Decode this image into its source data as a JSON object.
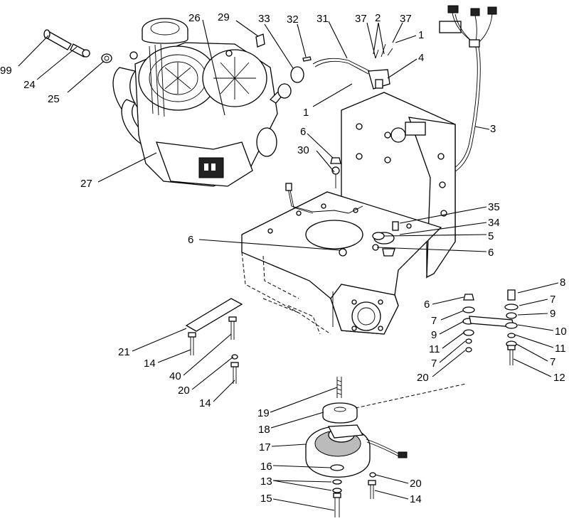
{
  "callouts": [
    {
      "id": "c99",
      "label": "99"
    },
    {
      "id": "c24",
      "label": "24"
    },
    {
      "id": "c25",
      "label": "25"
    },
    {
      "id": "c26",
      "label": "26"
    },
    {
      "id": "c29",
      "label": "29"
    },
    {
      "id": "c33",
      "label": "33"
    },
    {
      "id": "c32",
      "label": "32"
    },
    {
      "id": "c31",
      "label": "31"
    },
    {
      "id": "c37a",
      "label": "37"
    },
    {
      "id": "c2",
      "label": "2"
    },
    {
      "id": "c37b",
      "label": "37"
    },
    {
      "id": "c1a",
      "label": "1"
    },
    {
      "id": "c4",
      "label": "4"
    },
    {
      "id": "c1b",
      "label": "1"
    },
    {
      "id": "c3",
      "label": "3"
    },
    {
      "id": "c6a",
      "label": "6"
    },
    {
      "id": "c30",
      "label": "30"
    },
    {
      "id": "c27",
      "label": "27"
    },
    {
      "id": "c35",
      "label": "35"
    },
    {
      "id": "c34",
      "label": "34"
    },
    {
      "id": "c5",
      "label": "5"
    },
    {
      "id": "c6b",
      "label": "6"
    },
    {
      "id": "c6c",
      "label": "6"
    },
    {
      "id": "c8",
      "label": "8"
    },
    {
      "id": "c7a",
      "label": "7"
    },
    {
      "id": "c6d",
      "label": "6"
    },
    {
      "id": "c7b",
      "label": "7"
    },
    {
      "id": "c9a",
      "label": "9"
    },
    {
      "id": "c9b",
      "label": "9"
    },
    {
      "id": "c10",
      "label": "10"
    },
    {
      "id": "c11a",
      "label": "11"
    },
    {
      "id": "c11b",
      "label": "11"
    },
    {
      "id": "c7c",
      "label": "7"
    },
    {
      "id": "c7d",
      "label": "7"
    },
    {
      "id": "c20a",
      "label": "20"
    },
    {
      "id": "c12",
      "label": "12"
    },
    {
      "id": "c21",
      "label": "21"
    },
    {
      "id": "c14a",
      "label": "14"
    },
    {
      "id": "c40",
      "label": "40"
    },
    {
      "id": "c20b",
      "label": "20"
    },
    {
      "id": "c14b",
      "label": "14"
    },
    {
      "id": "c19",
      "label": "19"
    },
    {
      "id": "c18",
      "label": "18"
    },
    {
      "id": "c17",
      "label": "17"
    },
    {
      "id": "c16",
      "label": "16"
    },
    {
      "id": "c13",
      "label": "13"
    },
    {
      "id": "c15",
      "label": "15"
    },
    {
      "id": "c20c",
      "label": "20"
    },
    {
      "id": "c14c",
      "label": "14"
    }
  ]
}
